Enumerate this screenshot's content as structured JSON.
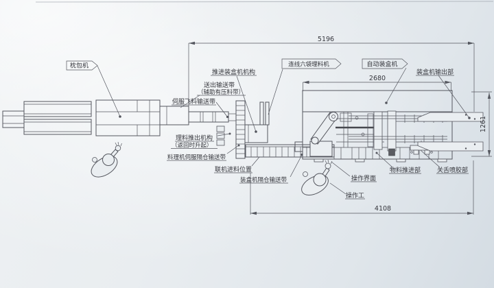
{
  "drawing": {
    "labels": {
      "pillow_machine": "枕包机",
      "push_to_cartoner": "推进装盒机机构",
      "outfeed_belt": "送出输送带",
      "outfeed_belt_note": "（辅助有压料带）",
      "servo_fly_belt": "伺服飞料输送带",
      "inline_six_bag_machine": "连线六袋理料机",
      "auto_cartoner": "自动装盒机",
      "cartoner_output": "装盒机输出部",
      "push_out_mechanism": "理料推出机构",
      "push_out_mechanism_note": "（返回时升起）",
      "servo_compartment_belt": "料理机伺服隔仓输送带",
      "inline_feed_position": "联机进料位置",
      "cartoner_compartment_belt": "装盒机隔仓输送带",
      "operator_panel": "操作界面",
      "operator": "操作工",
      "material_pusher": "物料推进部",
      "tongue_glue_unit": "关舌喷胶部"
    },
    "dimensions": {
      "overall_length": "5196",
      "cartoner_length": "2680",
      "cartoner_width": "1261",
      "line_length": "4108"
    },
    "colors": {
      "line": "#54565e",
      "paper": "#e9edf1"
    }
  }
}
